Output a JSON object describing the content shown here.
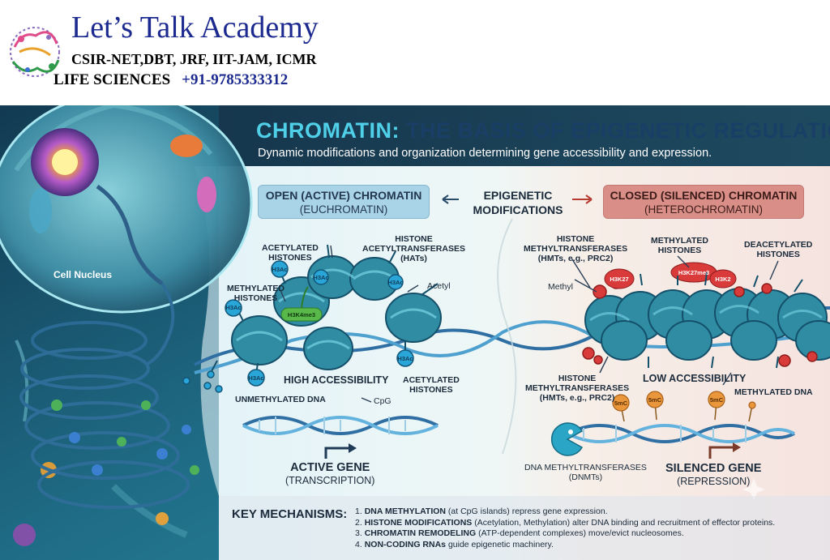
{
  "header": {
    "title": "Let’s Talk Academy",
    "subtitle": "CSIR-NET,DBT, JRF, IIT-JAM, ICMR",
    "line": "LIFE SCIENCES",
    "phone": "+91-9785333312"
  },
  "poster": {
    "title_prefix": "CHROMATIN:",
    "title_rest": " THE BASIS OF EPIGENETIC REGULATION",
    "subtitle": "Dynamic modifications and organization determining gene accessibility and expression.",
    "cell_nucleus": "Cell Nucleus",
    "open": {
      "title": "OPEN (ACTIVE) CHROMATIN",
      "sub": "(EUCHROMATIN)"
    },
    "epigenetic": {
      "line1": "EPIGENETIC",
      "line2": "MODIFICATIONS"
    },
    "closed": {
      "title": "CLOSED (SILENCED) CHROMATIN",
      "sub": "(HETEROCHROMATIN)"
    },
    "labels": {
      "acetylated_top": [
        "ACETYLATED",
        "HISTONES"
      ],
      "hats": [
        "HISTONE",
        "ACETYLTRANSFERASES",
        "(HATs)"
      ],
      "acetyl": "Acetyl",
      "methylated_left": [
        "METHYLATED",
        "HISTONES"
      ],
      "high_access": "HIGH ACCESSIBILITY",
      "acetylated_bottom": [
        "ACETYLATED",
        "HISTONES"
      ],
      "unmeth_dna": "UNMETHYLATED DNA",
      "cpg": "CpG",
      "hmts_top": [
        "HISTONE",
        "METHYLTRANSFERASES",
        "(HMTs, e.g., PRC2)"
      ],
      "methyl": "Methyl",
      "methylated_right": [
        "METHYLATED",
        "HISTONES"
      ],
      "deacetylated": [
        "DEACETYLATED",
        "HISTONES"
      ],
      "hmts_bottom": [
        "HISTONE",
        "METHYLTRANSFERASES",
        "(HMTs, e.g., PRC2)"
      ],
      "low_access": "LOW ACCESSIBILITY",
      "methylated_dna": "METHYLATED DNA",
      "dnmts": [
        "DNA METHYLTRANSFERASES",
        "(DNMTs)"
      ]
    },
    "tags": {
      "h3ac": "H3Ac",
      "h3k4me3": "H3K4me3",
      "h3k27": "H3K27",
      "h3k27me3": "H3K27me3",
      "h3k2": "H3K2",
      "smc": "5mC"
    },
    "active_gene": {
      "title": "ACTIVE GENE",
      "sub": "(TRANSCRIPTION)"
    },
    "silenced_gene": {
      "title": "SILENCED GENE",
      "sub": "(REPRESSION)"
    },
    "key": {
      "title": "KEY MECHANISMS:",
      "items": [
        {
          "num": "1.",
          "bold": "DNA METHYLATION",
          "rest": " (at CpG islands) repress gene expression."
        },
        {
          "num": "2.",
          "bold": "HISTONE MODIFICATIONS",
          "rest": " (Acetylation, Methylation) alter DNA binding and recruitment of effector proteins."
        },
        {
          "num": "3.",
          "bold": "CHROMATIN REMODELING",
          "rest": " (ATP-dependent complexes) move/evict nucleosomes."
        },
        {
          "num": "4.",
          "bold": "NON-CODING RNAs",
          "rest": " guide epigenetic machinery."
        }
      ]
    },
    "colors": {
      "title_accent": "#4fd0e8",
      "open_pill": "#a9d3e6",
      "closed_pill": "#d98f88",
      "brand_blue": "#1c2a8f"
    }
  }
}
